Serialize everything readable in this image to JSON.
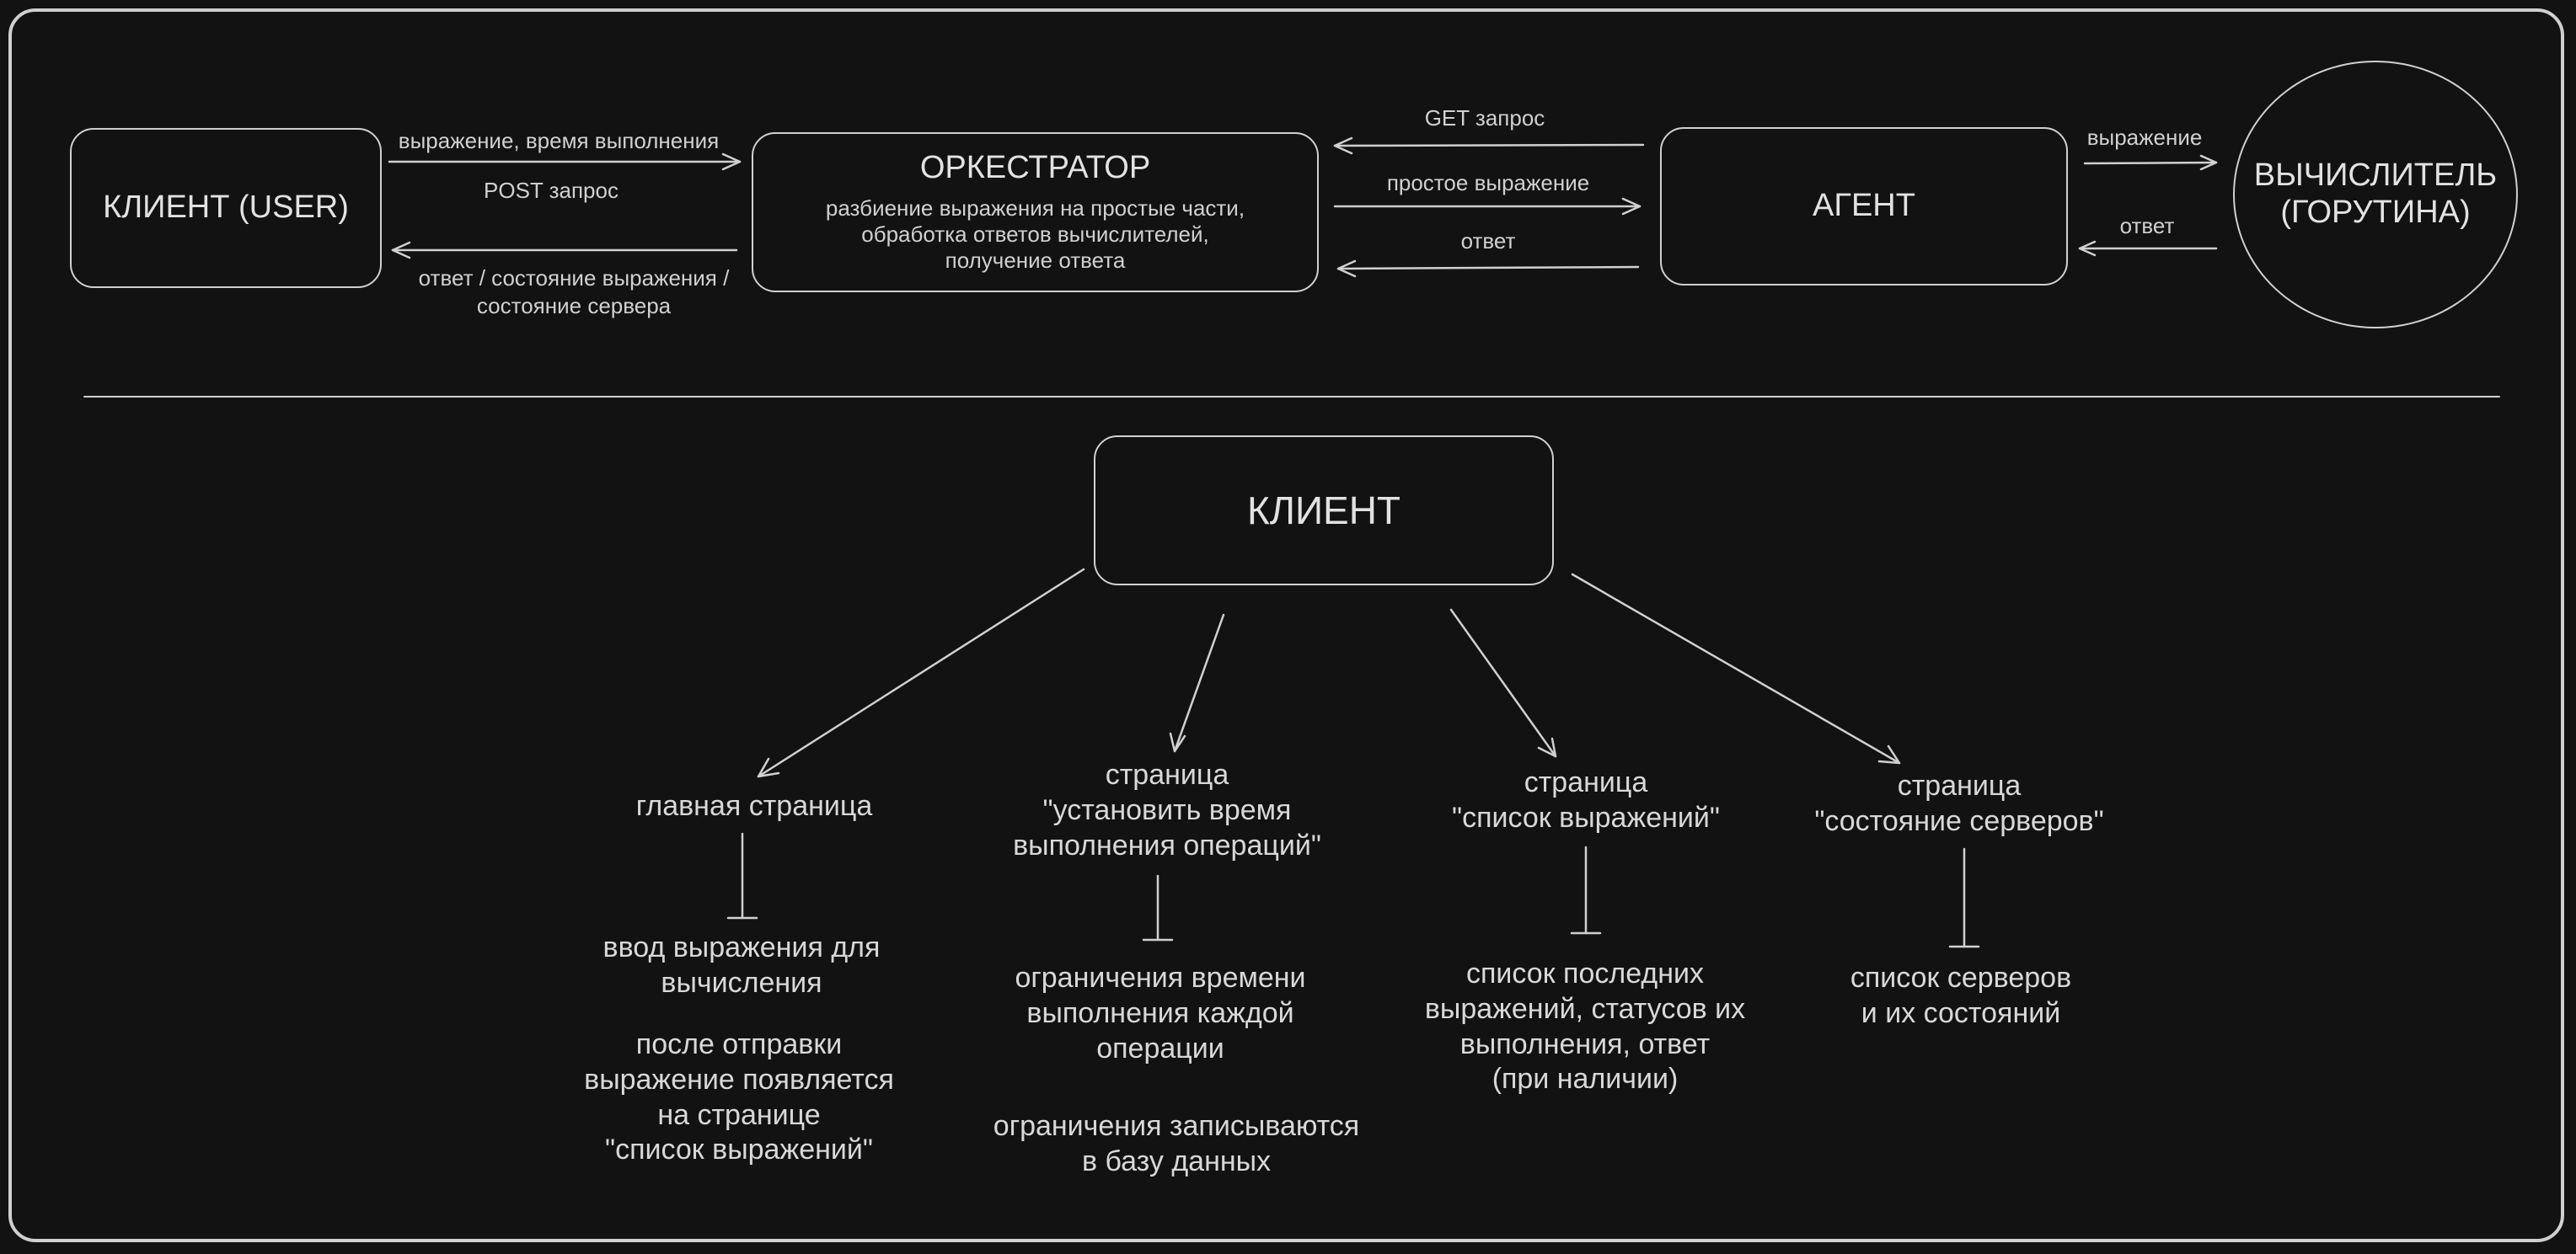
{
  "top": {
    "client_user": "КЛИЕНТ (USER)",
    "orchestrator": {
      "title": "ОРКЕСТРАТОР",
      "description": "разбиение выражения на простые части,\nобработка ответов вычислителей,\nполучение ответа"
    },
    "agent": "АГЕНТ",
    "calculator": "ВЫЧИСЛИТЕЛЬ\n(ГОРУТИНА)",
    "labels": {
      "expr_time": "выражение, время выполнения",
      "post": "POST запрос",
      "answer_state": "ответ / состояние выражения /\nсостояние сервера",
      "get": "GET запрос",
      "simple_expr": "простое выражение",
      "answer_orch": "ответ",
      "expression": "выражение",
      "answer_agent": "ответ"
    }
  },
  "bottom": {
    "client": "КЛИЕНТ",
    "pages": [
      {
        "title": "главная страница",
        "details": [
          "ввод выражения для\nвычисления",
          "после отправки\nвыражение появляется\nна странице\n\"список выражений\""
        ]
      },
      {
        "title": "страница\n\"установить время\nвыполнения операций\"",
        "details": [
          "ограничения времени\nвыполнения каждой\nоперации",
          "ограничения записываются\nв базу данных"
        ]
      },
      {
        "title": "страница\n\"список выражений\"",
        "details": [
          "список последних\nвыражений, статусов их\nвыполнения, ответ\n(при наличии)"
        ]
      },
      {
        "title": "страница\n\"состояние серверов\"",
        "details": [
          "список серверов\nи их состояний"
        ]
      }
    ]
  }
}
